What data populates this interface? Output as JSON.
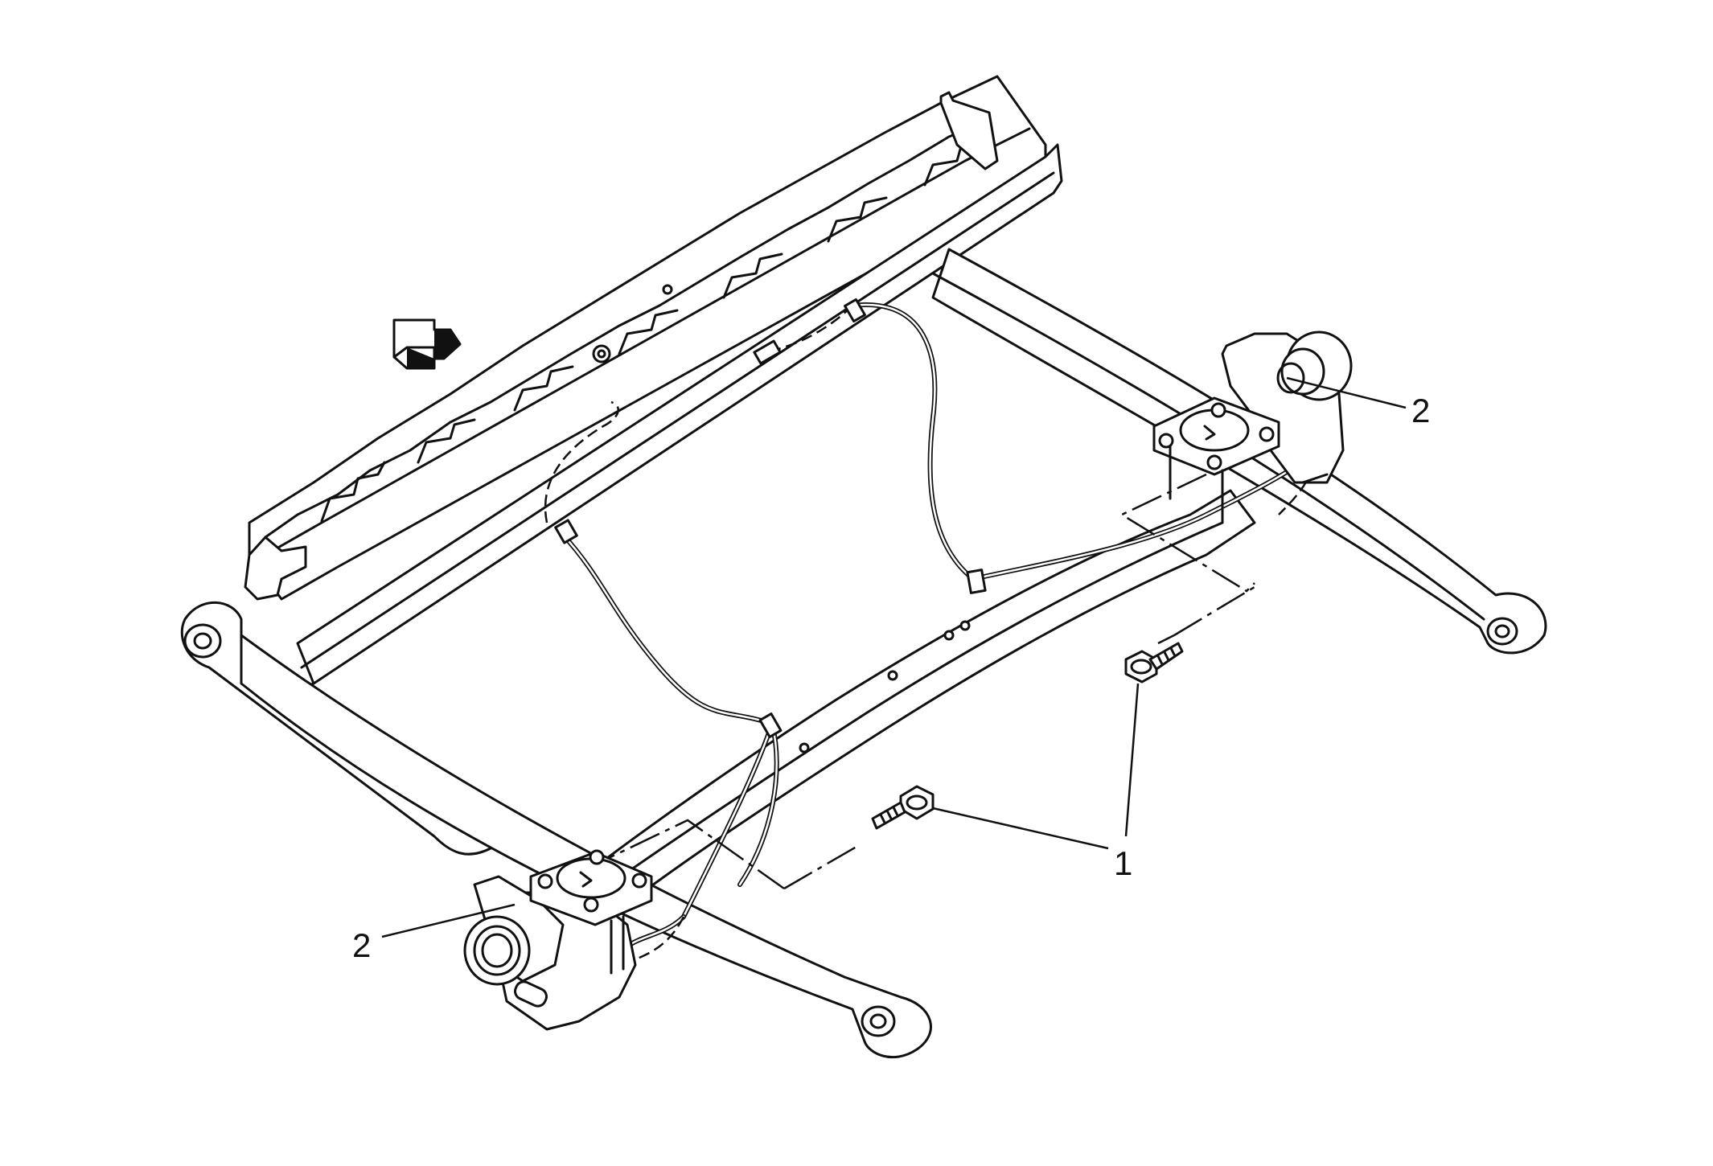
{
  "callouts": [
    {
      "id": "c1",
      "label": "1"
    },
    {
      "id": "c2a",
      "label": "2"
    },
    {
      "id": "c2b",
      "label": "2"
    }
  ],
  "parts": {
    "bolt": "bolt",
    "sensor": "sensor",
    "frame": "seat-frame"
  },
  "colors": {
    "line": "#111111",
    "background": "#ffffff"
  }
}
